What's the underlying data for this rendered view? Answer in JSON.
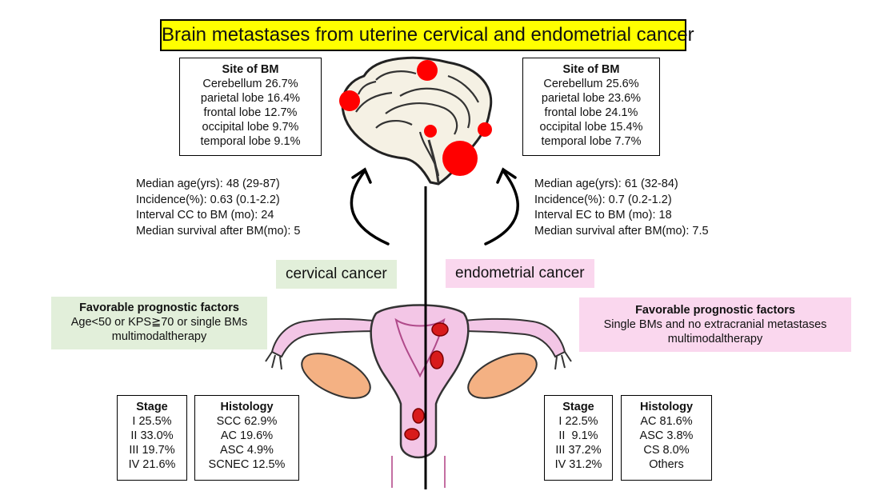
{
  "title": "Brain metastases from uterine cervical and endometrial cancer",
  "site_left": {
    "heading": "Site of BM",
    "items": [
      "Cerebellum 26.7%",
      "parietal lobe 16.4%",
      "frontal lobe 12.7%",
      "occipital lobe 9.7%",
      "temporal lobe 9.1%"
    ]
  },
  "site_right": {
    "heading": "Site of BM",
    "items": [
      "Cerebellum 25.6%",
      "parietal lobe 23.6%",
      "frontal lobe 24.1%",
      "occipital lobe 15.4%",
      "temporal lobe 7.7%"
    ]
  },
  "stats_left": [
    "Median age(yrs): 48 (29-87)",
    "Incidence(%): 0.63 (0.1-2.2)",
    "Interval CC to BM (mo): 24",
    "Median survival after BM(mo): 5"
  ],
  "stats_right": [
    "Median age(yrs): 61 (32-84)",
    "Incidence(%): 0.7 (0.2-1.2)",
    "Interval EC to BM (mo): 18",
    "Median survival after BM(mo): 7.5"
  ],
  "label_left": "cervical cancer",
  "label_right": "endometrial cancer",
  "fav_left": {
    "heading": "Favorable prognostic factors",
    "lines": [
      "Age<50 or KPS≧70 or single BMs",
      "multimodaltherapy"
    ]
  },
  "fav_right": {
    "heading": "Favorable prognostic factors",
    "lines": [
      "Single BMs and no extracranial metastases",
      "multimodaltherapy"
    ]
  },
  "stage_left": {
    "heading": "Stage",
    "items": [
      "I 25.5%",
      "II 33.0%",
      "III 19.7%",
      "IV 21.6%"
    ]
  },
  "histology_left": {
    "heading": "Histology",
    "items": [
      "SCC 62.9%",
      "AC 19.6%",
      "ASC 4.9%",
      "SCNEC 12.5%"
    ]
  },
  "stage_right": {
    "heading": "Stage",
    "items": [
      "I 22.5%",
      "II  9.1%",
      "III 37.2%",
      "IV 31.2%"
    ]
  },
  "histology_right": {
    "heading": "Histology",
    "items": [
      "AC 81.6%",
      "ASC 3.8%",
      "CS 8.0%",
      "Others"
    ]
  },
  "colors": {
    "title_bg": "#ffff00",
    "cervical_bg": "#e2efda",
    "endometrial_bg": "#fad7ee",
    "metastasis": "#ff0000",
    "uterus_fill": "#f3c6e6",
    "ovary_fill": "#f4b183",
    "brain_fill": "#f5f1e4"
  }
}
